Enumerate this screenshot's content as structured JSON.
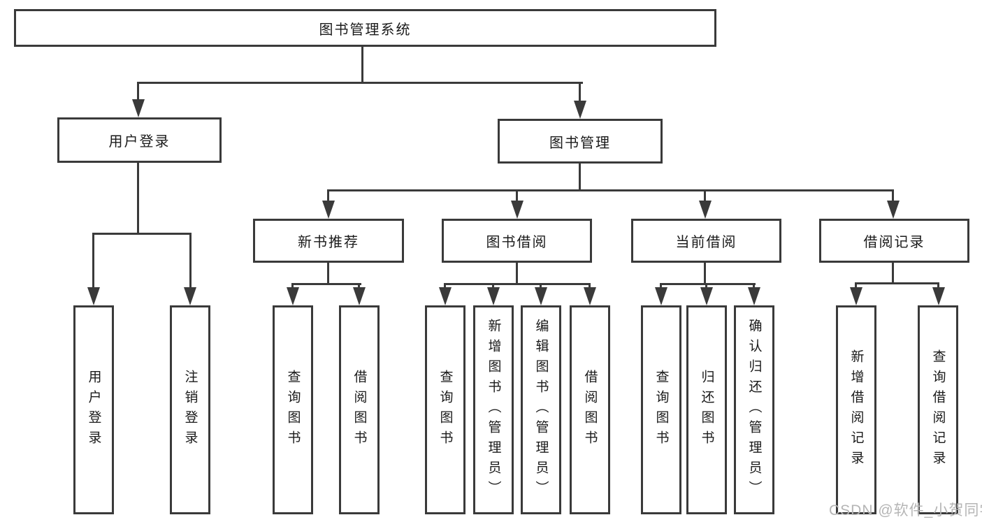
{
  "diagram": {
    "type": "tree",
    "title": "图书管理系统",
    "watermark": "CSDN @软件_小贺同学",
    "colors": {
      "line": "#3a3a3a",
      "text": "#1a1a1a",
      "watermark": "#b5b5b5",
      "background": "#ffffff"
    },
    "nodes": {
      "root": {
        "label": "图书管理系统"
      },
      "user_login": {
        "label": "用户登录"
      },
      "book_mgmt": {
        "label": "图书管理"
      },
      "new_book_rec": {
        "label": "新书推荐"
      },
      "book_borrow": {
        "label": "图书借阅"
      },
      "current_borrow": {
        "label": "当前借阅"
      },
      "borrow_record": {
        "label": "借阅记录"
      },
      "leaf_user_login": {
        "label": "用户登录"
      },
      "leaf_logout": {
        "label": "注销登录"
      },
      "leaf_query_book_1": {
        "label": "查询图书"
      },
      "leaf_borrow_book_1": {
        "label": "借阅图书"
      },
      "leaf_query_book_2": {
        "label": "查询图书"
      },
      "leaf_add_book": {
        "label": "新增图书（管理员）"
      },
      "leaf_edit_book": {
        "label": "编辑图书（管理员）"
      },
      "leaf_borrow_book_2": {
        "label": "借阅图书"
      },
      "leaf_query_book_3": {
        "label": "查询图书"
      },
      "leaf_return_book": {
        "label": "归还图书"
      },
      "leaf_confirm_return": {
        "label": "确认归还（管理员）"
      },
      "leaf_add_record": {
        "label": "新增借阅记录"
      },
      "leaf_query_record": {
        "label": "查询借阅记录"
      }
    },
    "hierarchy": {
      "图书管理系统": {
        "用户登录": [
          "用户登录",
          "注销登录"
        ],
        "图书管理": {
          "新书推荐": [
            "查询图书",
            "借阅图书"
          ],
          "图书借阅": [
            "查询图书",
            "新增图书（管理员）",
            "编辑图书（管理员）",
            "借阅图书"
          ],
          "当前借阅": [
            "查询图书",
            "归还图书",
            "确认归还（管理员）"
          ],
          "借阅记录": [
            "新增借阅记录",
            "查询借阅记录"
          ]
        }
      }
    }
  }
}
